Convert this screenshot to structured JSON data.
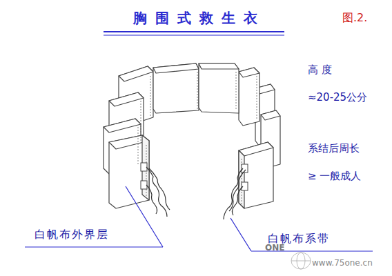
{
  "diagram": {
    "title": "胸围式救生衣",
    "labels": [
      "图.2.",
      "高 度",
      "≈20-25公分",
      "系结后周长",
      "≥ 一般成人",
      "白帆布外界层",
      "白帆布系带",
      "ONE",
      "www.75one.cn"
    ]
  }
}
